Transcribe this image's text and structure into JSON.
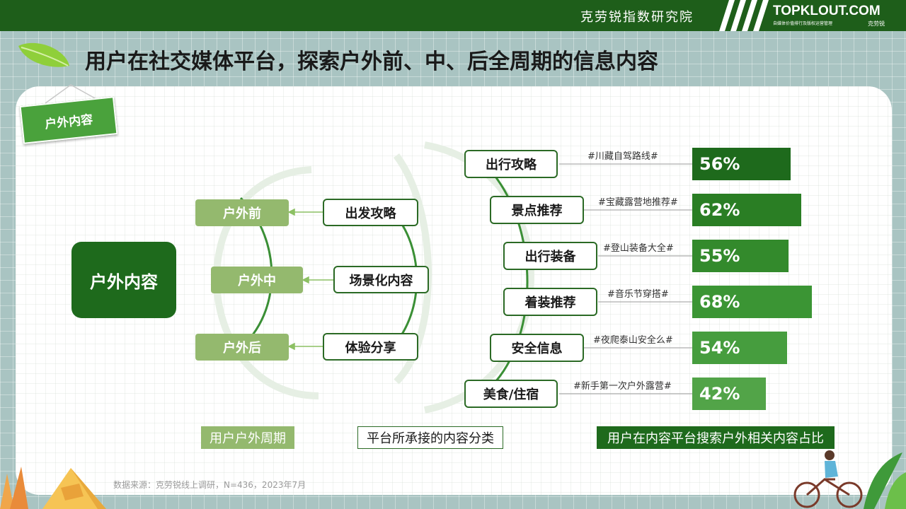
{
  "header": {
    "org_name": "克劳锐指数研究院",
    "logo_main": "TOPKLOUT.COM",
    "logo_sub": "自媒体价值排行及版权运营管理",
    "logo_cn": "克劳锐",
    "bar_color": "#1e5e1a"
  },
  "title": "用户在社交媒体平台，探索户外前、中、后全周期的信息内容",
  "tag_label": "户外内容",
  "root_label": "户外内容",
  "phases": [
    {
      "label": "户外前"
    },
    {
      "label": "户外中"
    },
    {
      "label": "户外后"
    }
  ],
  "categories": [
    {
      "label": "出发攻略"
    },
    {
      "label": "场景化内容"
    },
    {
      "label": "体验分享"
    }
  ],
  "chart_data": {
    "type": "bar",
    "categories": [
      "出行攻略",
      "景点推荐",
      "出行装备",
      "着装推荐",
      "安全信息",
      "美食/住宿"
    ],
    "hashtags": [
      "#川藏自驾路线#",
      "#宝藏露营地推荐#",
      "#登山装备大全#",
      "#音乐节穿搭#",
      "#夜爬泰山安全么#",
      "#新手第一次户外露营#"
    ],
    "values": [
      56,
      62,
      55,
      68,
      54,
      42
    ],
    "value_labels": [
      "56%",
      "62%",
      "55%",
      "68%",
      "54%",
      "42%"
    ],
    "bar_colors": [
      "#1e6a1c",
      "#2a7e24",
      "#338a2c",
      "#3b9534",
      "#469d3e",
      "#52a448"
    ],
    "orientation": "horizontal",
    "value_unit": "%"
  },
  "legend": {
    "lifecycle": "用户户外周期",
    "categories": "平台所承接的内容分类",
    "search_share": "用户在内容平台搜索户外相关内容占比"
  },
  "source": "数据来源：克劳锐线上调研，N=436，2023年7月"
}
